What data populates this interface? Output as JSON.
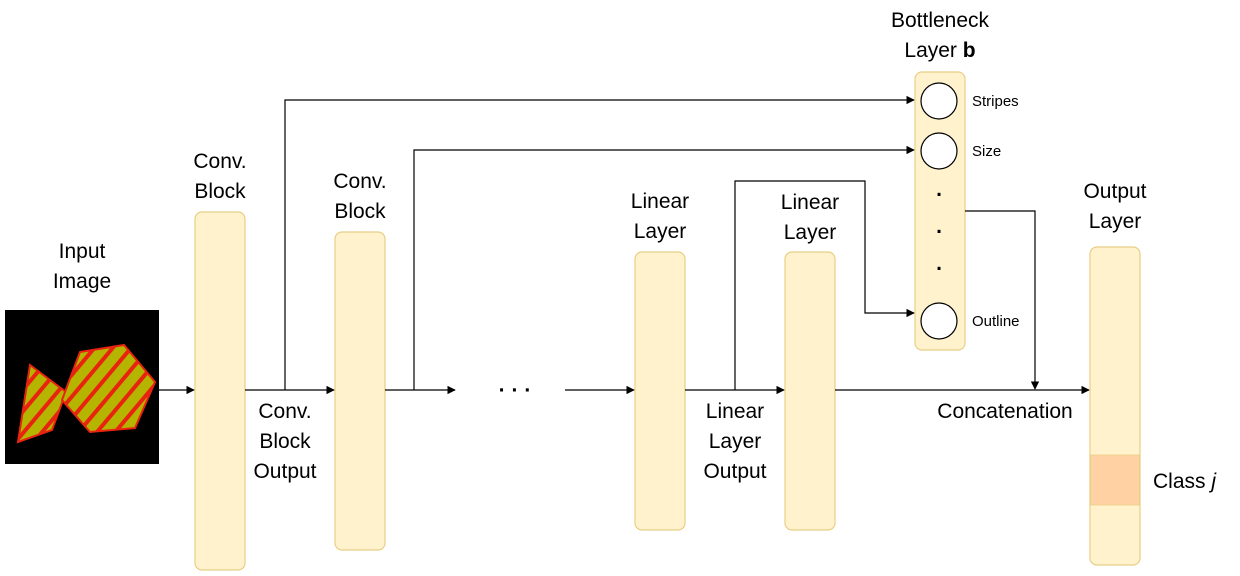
{
  "input": {
    "line1": "Input",
    "line2": "Image"
  },
  "conv1": {
    "line1": "Conv.",
    "line2": "Block"
  },
  "conv2": {
    "line1": "Conv.",
    "line2": "Block"
  },
  "conv_out": {
    "line1": "Conv.",
    "line2": "Block",
    "line3": "Output"
  },
  "ellipsis": "· · ·",
  "linear1": {
    "line1": "Linear",
    "line2": "Layer"
  },
  "linear2": {
    "line1": "Linear",
    "line2": "Layer"
  },
  "linear_out": {
    "line1": "Linear",
    "line2": "Layer",
    "line3": "Output"
  },
  "bottleneck": {
    "line1": "Bottleneck",
    "line2": "Layer ",
    "symbol": "b",
    "concepts": [
      "Stripes",
      "Size",
      "Outline"
    ],
    "dots": "."
  },
  "output": {
    "line1": "Output",
    "line2": "Layer",
    "class_label": "Class ",
    "class_symbol": "j"
  },
  "concat": "Concatenation",
  "colors": {
    "block_fill": "#fff2cc",
    "block_stroke": "#e8cf86",
    "class_fill": "#ffd1a3",
    "shape_fill": "#b5b500",
    "shape_stripe": "#e8230f"
  }
}
